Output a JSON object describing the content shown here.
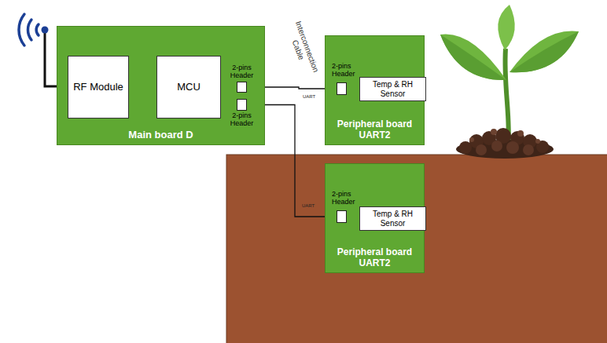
{
  "diagram": {
    "nodes": [
      {
        "text": [
          "Main board D"
        ]
      },
      {
        "text": [
          "RF Module"
        ],
        "in": 0
      },
      {
        "text": [
          "MCU"
        ],
        "in": 0
      },
      {
        "text": [
          "2-pins Header"
        ],
        "in": 0
      },
      {
        "text": [
          "2-pins Header"
        ],
        "in": 0
      },
      {
        "text": [
          "Peripheral board UART2"
        ]
      },
      {
        "text": [
          "2-pins Header"
        ],
        "in": 5
      },
      {
        "text": [
          "Temp & RH Sensor"
        ],
        "in": 5
      },
      {
        "text": [
          "Peripheral board UART2"
        ]
      },
      {
        "text": [
          "2-pins Header"
        ],
        "in": 8
      },
      {
        "text": [
          "Temp & RH Sensor"
        ],
        "in": 8
      }
    ],
    "edges": [
      {
        "from": 1,
        "to": 2,
        "arrow": "both"
      },
      {
        "from": 2,
        "to": 3,
        "arrow": "none"
      },
      {
        "from": 2,
        "to": 4,
        "arrow": "none"
      },
      {
        "from": 3,
        "to": 6,
        "arrow": "none",
        "label": "UART"
      },
      {
        "from": 4,
        "to": 9,
        "arrow": "none",
        "label": "UART"
      },
      {
        "from": 6,
        "to": 7,
        "arrow": "none"
      },
      {
        "from": 9,
        "to": 10,
        "arrow": "none"
      }
    ],
    "labels": [
      "Interconnection Cable"
    ]
  }
}
